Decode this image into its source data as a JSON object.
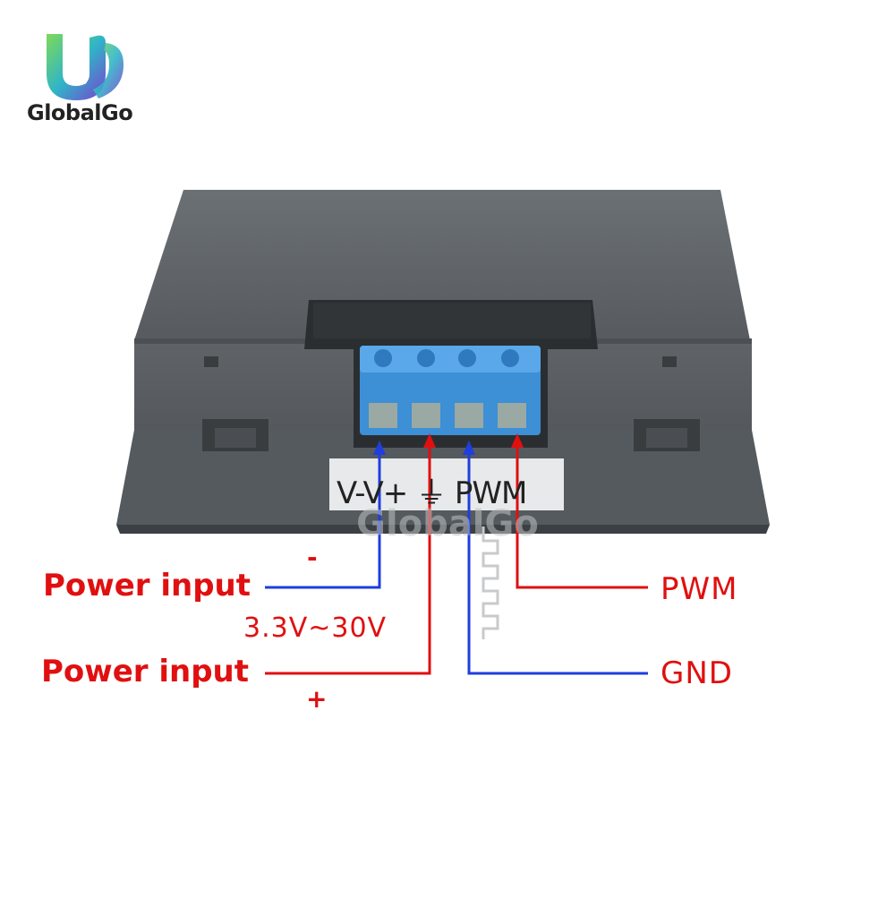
{
  "brand": {
    "name": "GlobalGo"
  },
  "terminal_label": "V-V+ ⏚ PWM",
  "watermark": "GlobalGo",
  "labels": {
    "power_input_neg": "Power input",
    "neg_sign": "-",
    "voltage_range": "3.3V~30V",
    "power_input_pos": "Power input",
    "pos_sign": "+",
    "pwm": "PWM",
    "gnd": "GND"
  },
  "colors": {
    "red_wire": "#e01010",
    "blue_wire": "#1e3ee0",
    "terminal_block": "#3d8fd6",
    "housing": "#5a5f63"
  }
}
